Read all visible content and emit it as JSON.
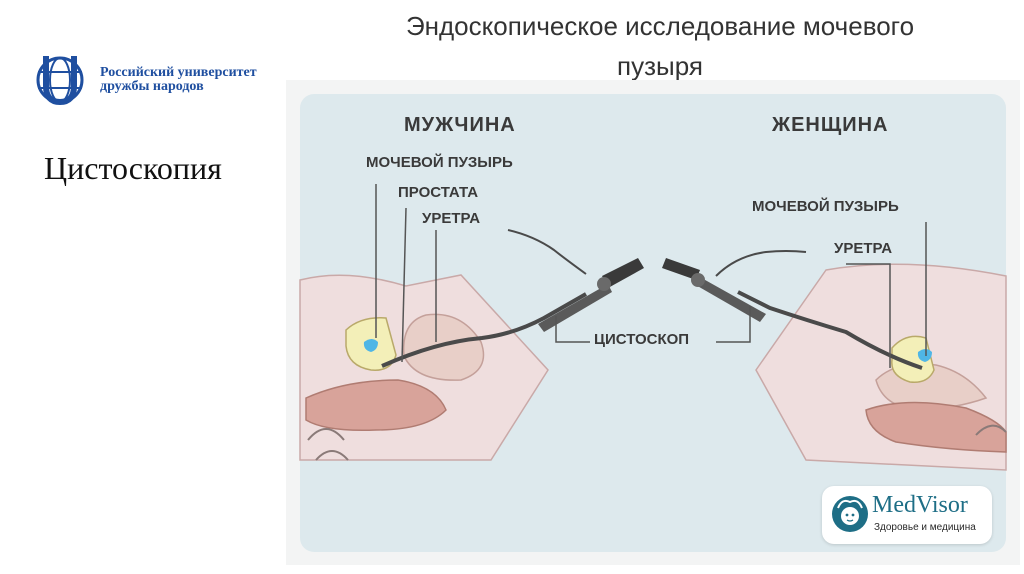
{
  "header": {
    "title_line1": "Эндоскопическое исследование мочевого",
    "title_line2": "пузыря"
  },
  "logo": {
    "line1": "Российский университет",
    "line2": "дружбы народов",
    "icon": "rudn-globe-logo",
    "color": "#1f4fa0"
  },
  "subtitle": "Цистоскопия",
  "diagram": {
    "male": {
      "heading": "МУЖЧИНА",
      "labels": [
        "МОЧЕВОЙ ПУЗЫРЬ",
        "ПРОСТАТА",
        "УРЕТРА"
      ]
    },
    "female": {
      "heading": "ЖЕНЩИНА",
      "labels": [
        "МОЧЕВОЙ ПУЗЫРЬ",
        "УРЕТРА"
      ]
    },
    "device_label": "ЦИСТОСКОП",
    "colors": {
      "background": "#dde9ed",
      "body": "#efdede",
      "bladder": "#f3efb8",
      "fluid": "#4fb6e6",
      "tissue": "#d8a39a",
      "scope": "#4a4a4a"
    }
  },
  "brand": {
    "name": "MedVisor",
    "tagline": "Здоровье и медицина",
    "icon": "medusa-head-icon",
    "color": "#1e6e86"
  }
}
